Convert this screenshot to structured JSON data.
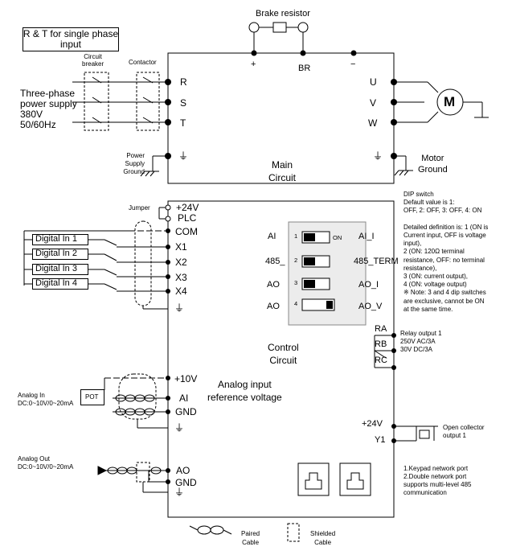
{
  "single_phase_note": "R & T for single phase input",
  "brake_resistor": "Brake resistor",
  "br_label": "BR",
  "circuit_breaker": "Circuit\nbreaker",
  "contactor": "Contactor",
  "three_phase": "Three-phase\npower supply\n380V\n50/60Hz",
  "power_ground": "Power\nSupply\nGround",
  "terminals_in": [
    "R",
    "S",
    "T"
  ],
  "terminals_out": [
    "U",
    "V",
    "W"
  ],
  "motor_letter": "M",
  "motor_ground": "Motor\nGround",
  "main_circuit": "Main\nCircuit",
  "jumper": "Jumper",
  "control_terminals": [
    "+24V",
    "PLC",
    "COM",
    "X1",
    "X2",
    "X3",
    "X4"
  ],
  "digital_inputs": [
    "Digital In 1",
    "Digital In 2",
    "Digital In 3",
    "Digital In 4"
  ],
  "dip_left": [
    "AI",
    "485_",
    "AO",
    "AO"
  ],
  "dip_right": [
    "AI_I",
    "485_TERM",
    "AO_I",
    "AO_V"
  ],
  "dip_numbers": [
    "1",
    "2",
    "3",
    "4"
  ],
  "dip_on": "ON",
  "dip_desc": "DIP switch\nDefault value is 1:\nOFF, 2: OFF, 3: OFF, 4: ON\n\nDetailed definition is: 1 (ON is\nCurrent input, OFF is voltage\ninput),\n2 (ON: 120Ω terminal\nresistance, OFF: no terminal\nresistance),\n3 (ON: current output),\n4 (ON: voltage output)\n※ Note: 3 and 4 dip switches\nare exclusive, cannot be ON\nat the same time.",
  "control_circuit": "Control\nCircuit",
  "relay_terminals": [
    "RA",
    "RB",
    "RC"
  ],
  "relay_desc": "Relay output 1\n250V AC/3A\n30V  DC/3A",
  "analog_in_terminals": [
    "+10V",
    "AI",
    "GND"
  ],
  "analog_in_ref": "Analog input\nreference voltage",
  "pot": "POT",
  "analog_in": "Analog In\nDC:0~10V/0~20mA",
  "analog_out_terminals": [
    "AO",
    "GND"
  ],
  "analog_out": "Analog Out\nDC:0~10V/0~20mA",
  "oc_terminals": [
    "+24V",
    "Y1"
  ],
  "oc_desc": "Open collector\noutput 1",
  "network_desc": "1.Keypad network port\n2.Double network port\nsupports multi-level 485\ncommunication",
  "legend_paired": "Paired\nCable",
  "legend_shielded": "Shielded\nCable",
  "plus_sign": "+",
  "minus_sign": "−",
  "ground_glyph": "⏚"
}
